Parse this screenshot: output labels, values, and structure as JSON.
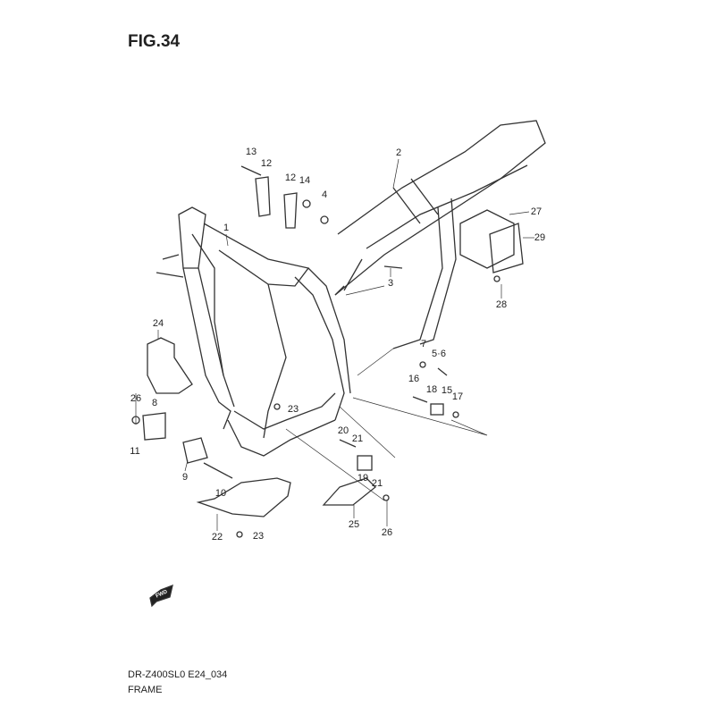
{
  "figure_title": "FIG.34",
  "model_code": "DR-Z400SL0 E24_034",
  "section_name": "FRAME",
  "fwd_label": "FWD",
  "callouts": [
    "13",
    "12",
    "12",
    "14",
    "4",
    "2",
    "1",
    "27",
    "29",
    "3",
    "28",
    "24",
    "7",
    "5·6",
    "16",
    "18",
    "15",
    "17",
    "26",
    "8",
    "23",
    "20",
    "21",
    "11",
    "9",
    "19",
    "21",
    "10",
    "25",
    "26",
    "22",
    "23"
  ]
}
